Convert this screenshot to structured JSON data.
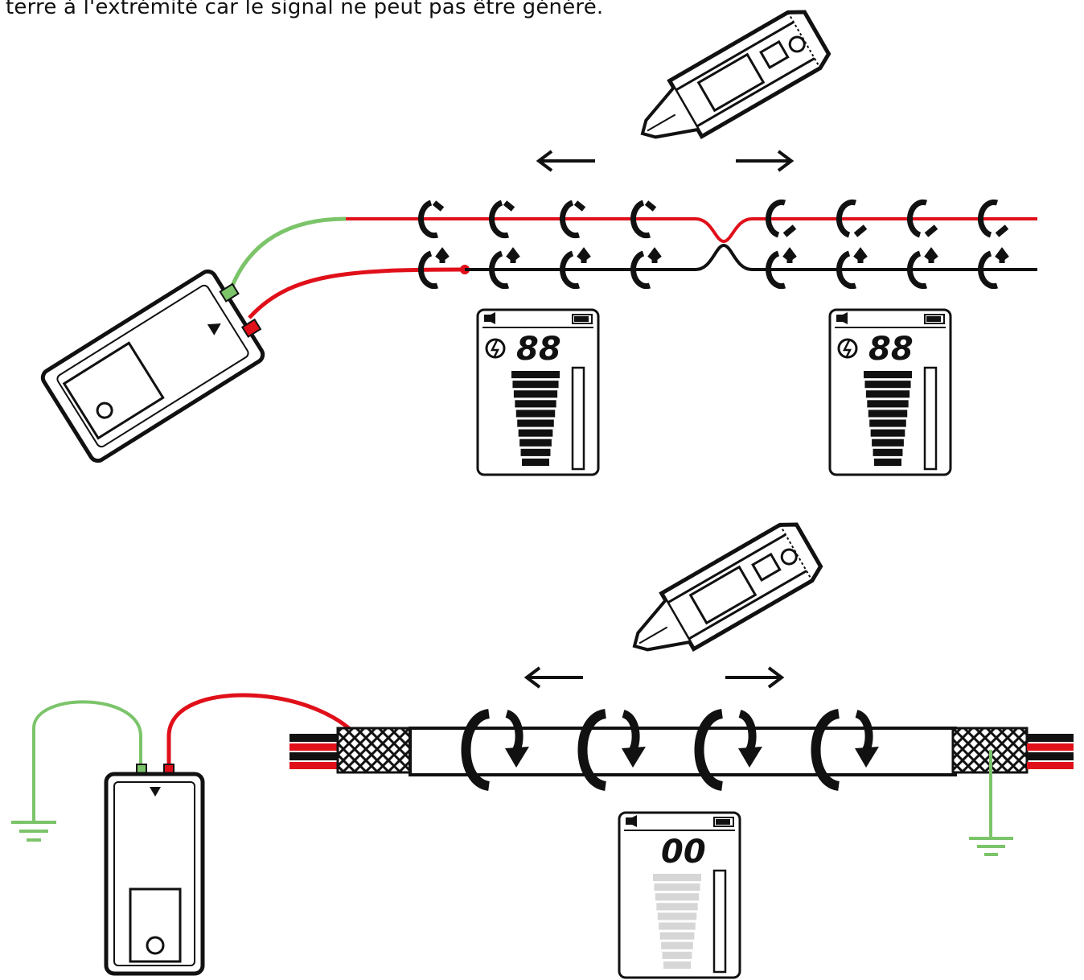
{
  "caption": "terre à l'extrémité car le signal ne peut pas être généré.",
  "top_scene": {
    "display_left": {
      "reading": "88",
      "bars_lit": 10,
      "bars_total": 10
    },
    "display_right": {
      "reading": "88",
      "bars_lit": 10,
      "bars_total": 10
    }
  },
  "bottom_scene": {
    "display": {
      "reading": "00",
      "bars_lit": 0,
      "bars_total": 10
    }
  },
  "colors": {
    "live_wire": "#e0101a",
    "ground_wire": "#7cc46a",
    "neutral_wire": "#111111",
    "device_outline": "#111111",
    "shield_fill": "#111111"
  },
  "icons": [
    "transmitter-device",
    "receiver-clamp",
    "ground-symbol",
    "flux-arrow",
    "direction-arrow",
    "battery-icon",
    "speaker-icon",
    "lightning-icon"
  ]
}
